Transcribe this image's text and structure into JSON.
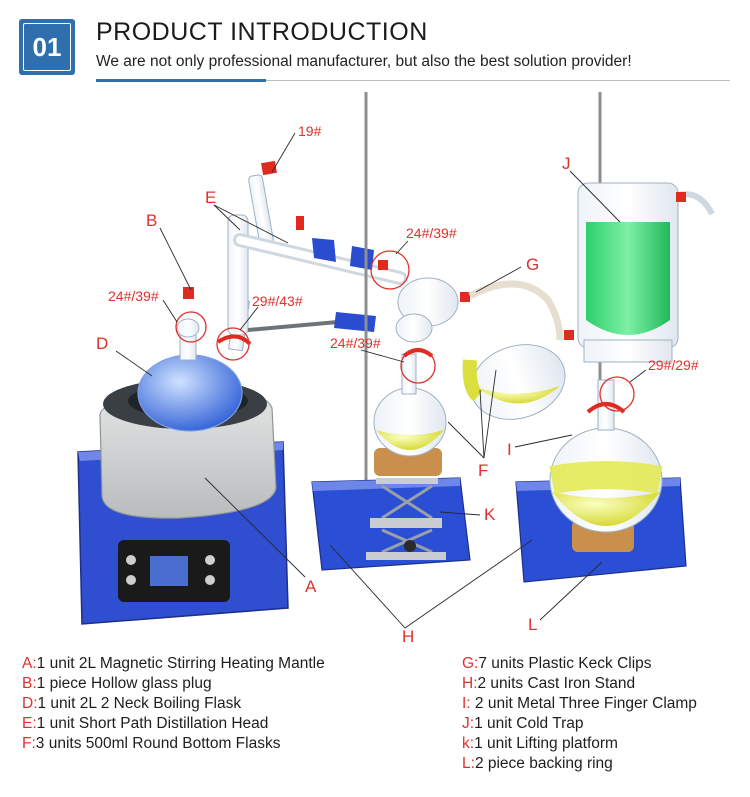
{
  "header": {
    "badge_number": "01",
    "title": "PRODUCT  INTRODUCTION",
    "subtitle": "We are not only professional manufacturer, but also the best solution provider!",
    "accent_color": "#2f6fae"
  },
  "callouts": {
    "port_19": "19#",
    "E": "E",
    "B": "B",
    "port_24_39_b": "24#/39#",
    "port_29_43": "29#/43#",
    "D": "D",
    "port_24_39_top": "24#/39#",
    "G": "G",
    "port_24_39_mid": "24#/39#",
    "J": "J",
    "port_29_29": "29#/29#",
    "F": "F",
    "I": "I",
    "K": "K",
    "A": "A",
    "H": "H",
    "L": "L",
    "label_color": "#e0312c"
  },
  "legend": {
    "left": [
      {
        "key": "A:",
        "text": "1 unit 2L Magnetic Stirring Heating Mantle"
      },
      {
        "key": "B:",
        "text": "1 piece Hollow glass plug"
      },
      {
        "key": "D:",
        "text": "1 unit 2L 2 Neck Boiling Flask"
      },
      {
        "key": "E:",
        "text": "1 unit Short Path Distillation Head"
      },
      {
        "key": "F:",
        "text": "3 units 500ml Round Bottom Flasks"
      }
    ],
    "right": [
      {
        "key": "G:",
        "text": "7 units Plastic Keck Clips"
      },
      {
        "key": "H:",
        "text": "2 units Cast Iron Stand"
      },
      {
        "key": "I:",
        "text": " 2 unit Metal Three Finger Clamp"
      },
      {
        "key": "J:",
        "text": "1 unit Cold Trap"
      },
      {
        "key": "k:",
        "text": "1 unit Lifting platform"
      },
      {
        "key": "L:",
        "text": "2 piece backing ring"
      }
    ]
  }
}
